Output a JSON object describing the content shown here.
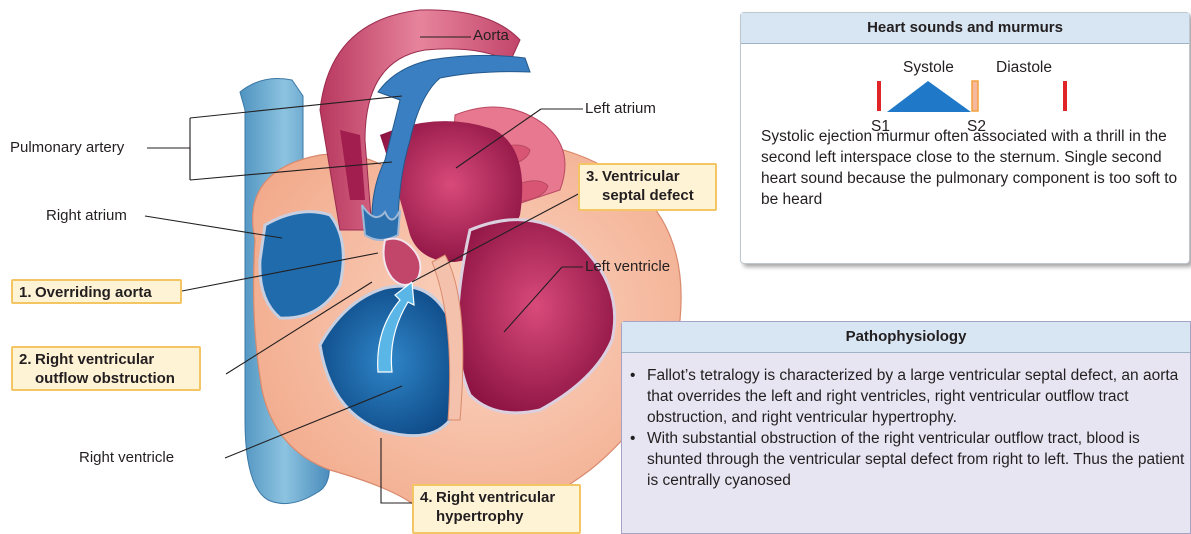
{
  "labels": {
    "aorta": "Aorta",
    "left_atrium": "Left atrium",
    "pulmonary_artery": "Pulmonary artery",
    "right_atrium": "Right atrium",
    "left_ventricle": "Left ventricle",
    "right_ventricle": "Right ventricle"
  },
  "callouts": [
    {
      "num": "1.",
      "line1": "Overriding aorta",
      "line2": ""
    },
    {
      "num": "2.",
      "line1": "Right ventricular",
      "line2": "outflow obstruction"
    },
    {
      "num": "3.",
      "line1": "Ventricular",
      "line2": "septal defect"
    },
    {
      "num": "4.",
      "line1": "Right ventricular",
      "line2": "hypertrophy"
    }
  ],
  "heart_sounds": {
    "title": "Heart sounds and murmurs",
    "systole": "Systole",
    "diastole": "Diastole",
    "s1": "S1",
    "s2": "S2",
    "description": "Systolic ejection murmur often associated with a thrill in the second left interspace close to the sternum. Single second heart sound because the pulmonary component is too soft to be heard"
  },
  "pathophysiology": {
    "title": "Pathophysiology",
    "points": [
      "Fallot’s tetralogy is characterized by a large ventricular septal defect, an aorta that overrides the left and right ventricles, right ventricular outflow tract obstruction, and right ventricular hypertrophy.",
      "With substantial obstruction of the right ventricular outflow tract, blood is shunted through the ventricular septal defect from right to left. Thus the patient is centrally cyanosed"
    ]
  },
  "colors": {
    "aorta": "#c2456a",
    "pulmonary": "#3a7fc1",
    "vena_cava": "#6aa9cf",
    "myocardium": "#f6b79c",
    "left_chamber": "#a21e4f",
    "right_chamber": "#155a9c",
    "callout_fill": "#fff3d6",
    "callout_border": "#f4c563",
    "heart_sound_bar": "#e02428",
    "murmur": "#1f78c8"
  }
}
